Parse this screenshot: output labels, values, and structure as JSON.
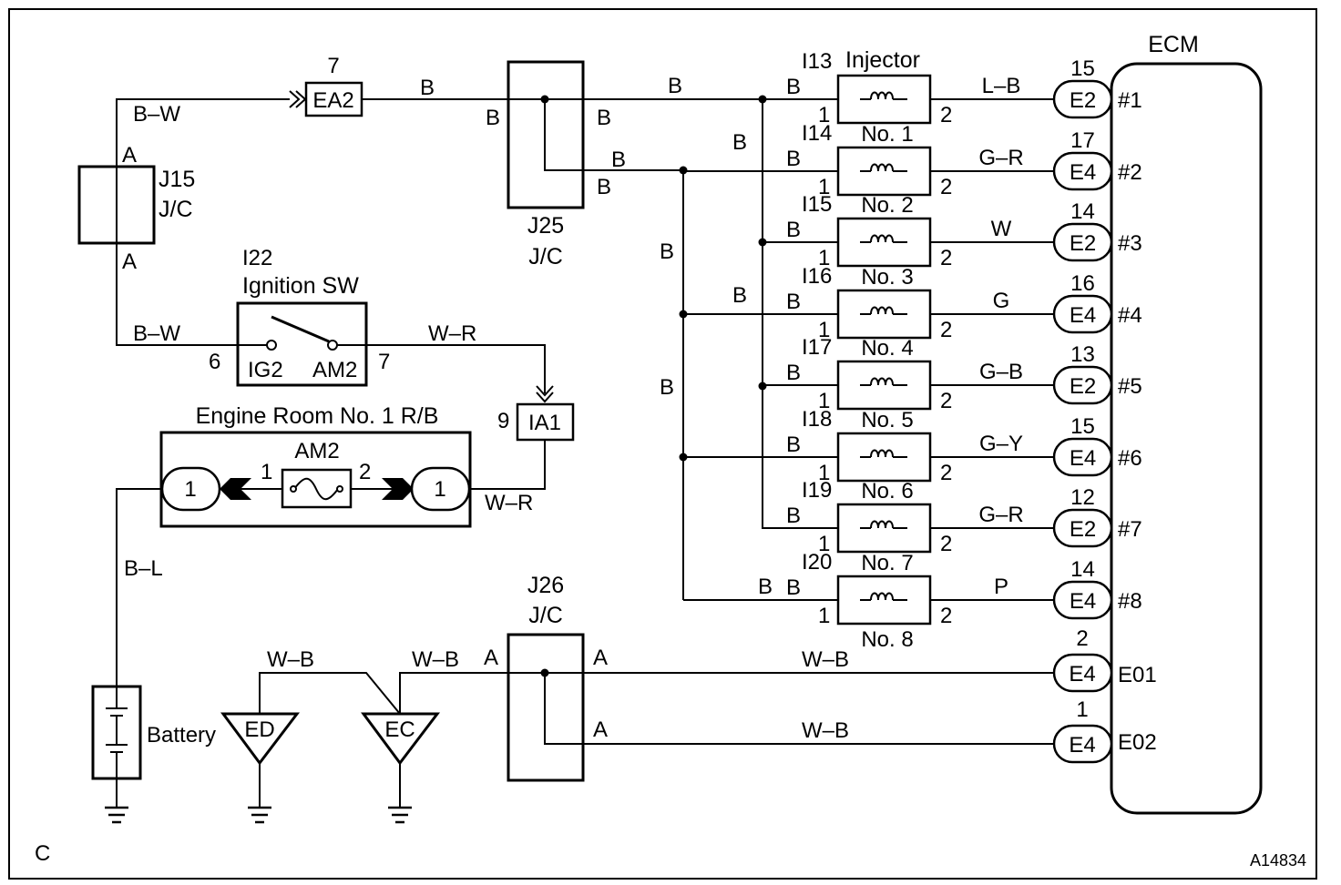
{
  "corner_label": "C",
  "figure_code": "A14834",
  "ecm": {
    "label": "ECM"
  },
  "j15": {
    "name": "J15",
    "sub": "J/C",
    "pin_top": "A",
    "pin_bottom": "A",
    "wire_top": "B–W"
  },
  "ea2": {
    "label": "EA2",
    "pin": "7",
    "wire_out": "B"
  },
  "j25": {
    "name": "J25",
    "sub": "J/C",
    "pins": [
      "B",
      "B",
      "B"
    ],
    "wire_top": "B",
    "wire_bottom": "B"
  },
  "ignition": {
    "ref": "I22",
    "name": "Ignition SW",
    "pin_left": "6",
    "pin_right": "7",
    "term_left": "IG2",
    "term_right": "AM2",
    "wire_in": "B–W",
    "wire_out": "W–R"
  },
  "ia1": {
    "label": "IA1",
    "pin": "9"
  },
  "relay_block": {
    "title": "Engine Room No. 1 R/B",
    "fuse": "AM2",
    "pin_left": "1",
    "pin_right": "2",
    "conn_left": "1",
    "conn_right": "1",
    "wire_right": "W–R",
    "wire_left": "B–L"
  },
  "bus_labels": [
    "B",
    "B",
    "B",
    "B",
    "B",
    "B"
  ],
  "injector_title": "Injector",
  "injectors": [
    {
      "ref": "I13",
      "top": "",
      "bottom": "",
      "pin1": "1",
      "pin2": "2",
      "wire": "L–B",
      "conn": "E2",
      "pin": "15",
      "term": "#1",
      "in_label": "B"
    },
    {
      "ref": "I14",
      "top": "No. 1",
      "bottom": "",
      "pin1": "1",
      "pin2": "2",
      "wire": "G–R",
      "conn": "E4",
      "pin": "17",
      "term": "#2",
      "in_label": "B"
    },
    {
      "ref": "I15",
      "top": "No. 2",
      "bottom": "",
      "pin1": "1",
      "pin2": "2",
      "wire": "W",
      "conn": "E2",
      "pin": "14",
      "term": "#3",
      "in_label": "B"
    },
    {
      "ref": "I16",
      "top": "No. 3",
      "bottom": "",
      "pin1": "1",
      "pin2": "2",
      "wire": "G",
      "conn": "E4",
      "pin": "16",
      "term": "#4",
      "in_label": "B"
    },
    {
      "ref": "I17",
      "top": "No. 4",
      "bottom": "",
      "pin1": "1",
      "pin2": "2",
      "wire": "G–B",
      "conn": "E2",
      "pin": "13",
      "term": "#5",
      "in_label": "B"
    },
    {
      "ref": "I18",
      "top": "No. 5",
      "bottom": "",
      "pin1": "1",
      "pin2": "2",
      "wire": "G–Y",
      "conn": "E4",
      "pin": "15",
      "term": "#6",
      "in_label": "B"
    },
    {
      "ref": "I19",
      "top": "No. 6",
      "bottom": "",
      "pin1": "1",
      "pin2": "2",
      "wire": "G–R",
      "conn": "E2",
      "pin": "12",
      "term": "#7",
      "in_label": "B"
    },
    {
      "ref": "I20",
      "top": "No. 7",
      "bottom": "No. 8",
      "pin1": "1",
      "pin2": "2",
      "wire": "P",
      "conn": "E4",
      "pin": "14",
      "term": "#8",
      "in_label": "B"
    }
  ],
  "grounds": {
    "j26": {
      "name": "J26",
      "sub": "J/C",
      "pin_in": "A",
      "pin_out1": "A",
      "pin_out2": "A"
    },
    "wire_ed": "W–B",
    "wire_ec": "W–B",
    "ed": "ED",
    "ec": "EC",
    "battery": "Battery",
    "e01": {
      "conn": "E4",
      "pin": "2",
      "term": "E01",
      "wire": "W–B"
    },
    "e02": {
      "conn": "E4",
      "pin": "1",
      "term": "E02",
      "wire": "W–B"
    }
  }
}
